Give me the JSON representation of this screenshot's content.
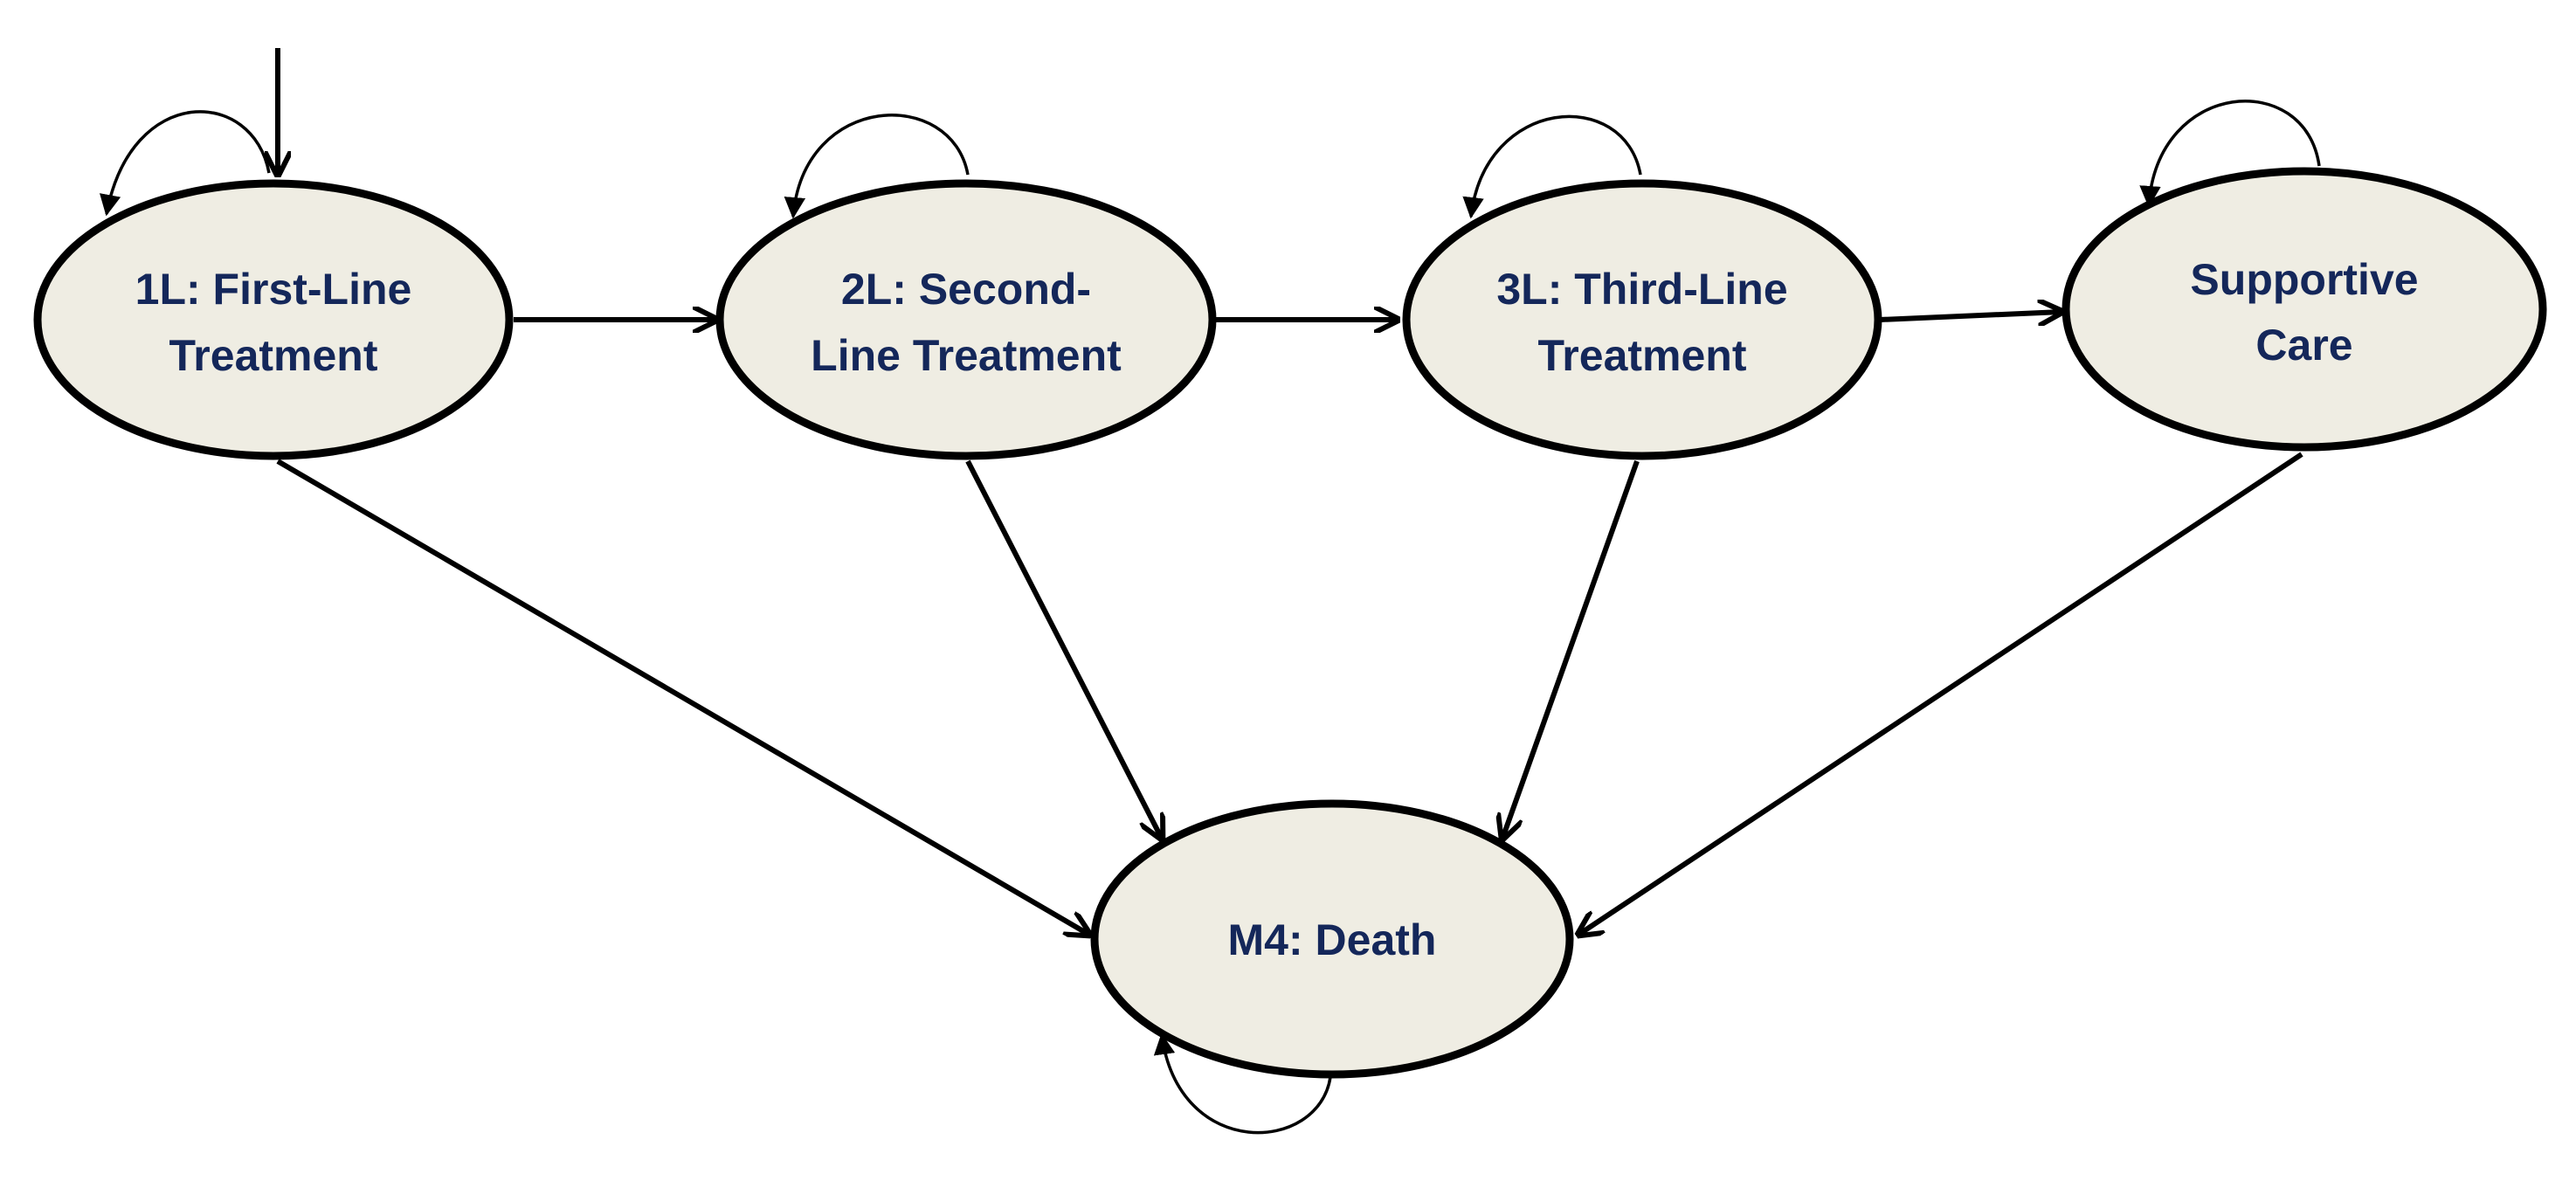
{
  "colors": {
    "node_fill": "#efede3",
    "node_stroke": "#000000",
    "label_text": "#14275a",
    "arrow": "#000000"
  },
  "nodes": {
    "first_line": {
      "line1": "1L: First-Line",
      "line2": "Treatment"
    },
    "second_line": {
      "line1": "2L: Second-",
      "line2": "Line Treatment"
    },
    "third_line": {
      "line1": "3L: Third-Line",
      "line2": "Treatment"
    },
    "supportive_care": {
      "line1": "Supportive",
      "line2": "Care"
    },
    "death": {
      "line1": "M4: Death"
    }
  },
  "edges": [
    {
      "from": "entry",
      "to": "first_line"
    },
    {
      "from": "first_line",
      "to": "second_line"
    },
    {
      "from": "second_line",
      "to": "third_line"
    },
    {
      "from": "third_line",
      "to": "supportive_care"
    },
    {
      "from": "first_line",
      "to": "death"
    },
    {
      "from": "second_line",
      "to": "death"
    },
    {
      "from": "third_line",
      "to": "death"
    },
    {
      "from": "supportive_care",
      "to": "death"
    },
    {
      "from": "first_line",
      "to": "first_line"
    },
    {
      "from": "second_line",
      "to": "second_line"
    },
    {
      "from": "third_line",
      "to": "third_line"
    },
    {
      "from": "supportive_care",
      "to": "supportive_care"
    },
    {
      "from": "death",
      "to": "death"
    }
  ]
}
